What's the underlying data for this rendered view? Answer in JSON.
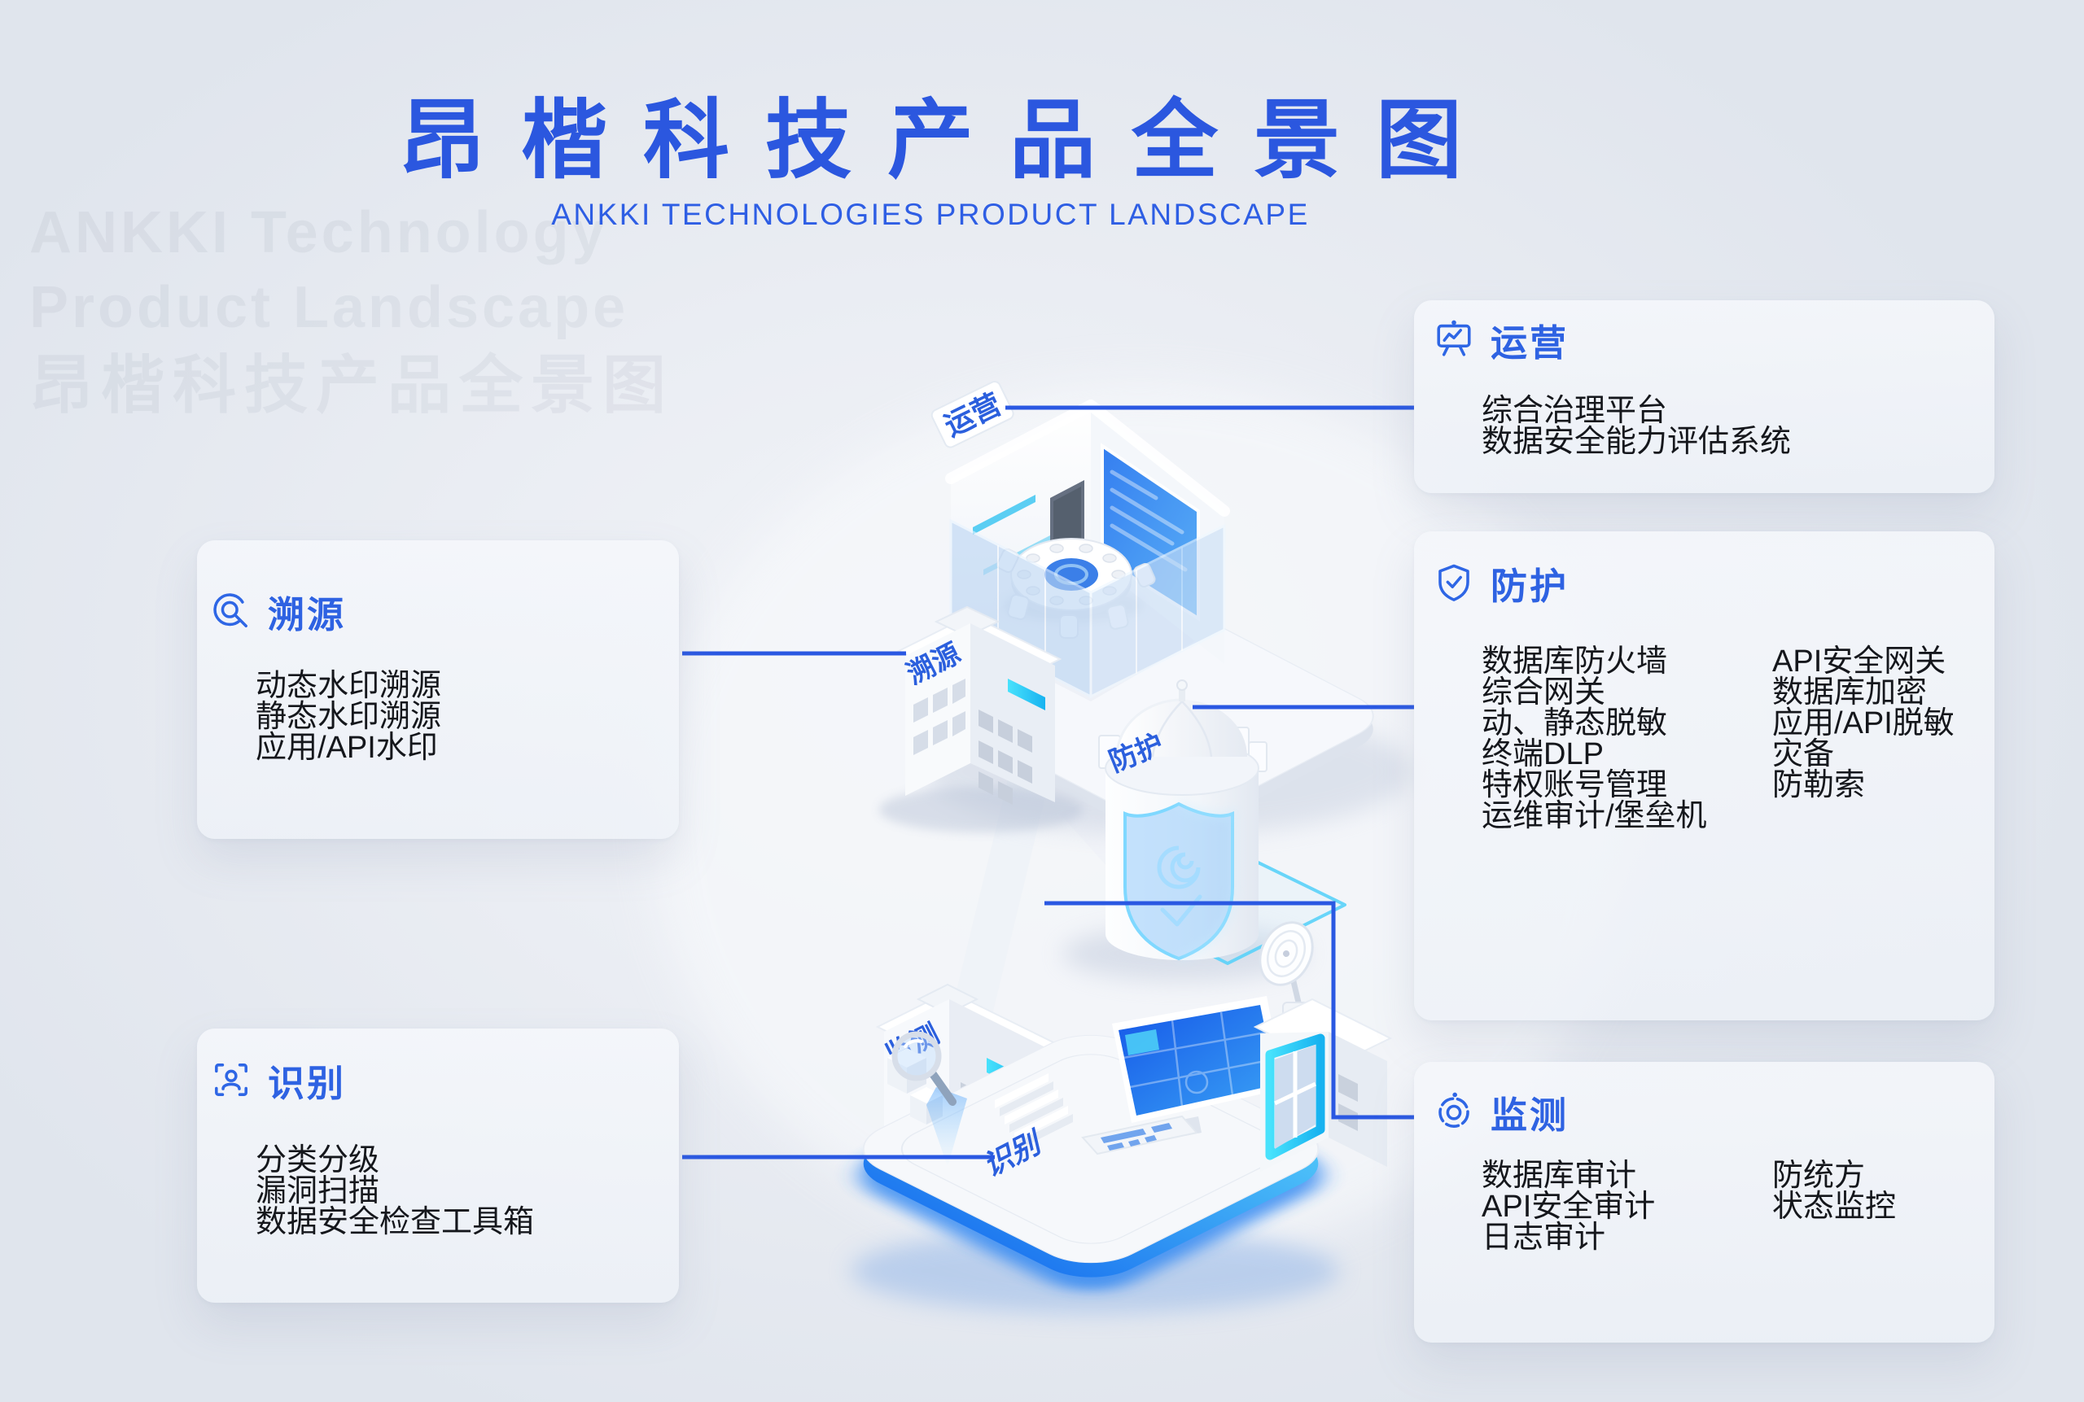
{
  "title": "昂楷科技产品全景图",
  "subtitle": "ANKKI TECHNOLOGIES PRODUCT LANDSCAPE",
  "watermark": {
    "line1": "ANKKI Technology",
    "line2": "Product Landscape",
    "line3": "昂楷科技产品全景图"
  },
  "colors": {
    "title_blue": "#2b57df",
    "header_blue": "#2e66e5",
    "connector_blue": "#2a58e2",
    "cyan_glow": "#35d6ff",
    "screen_blue": "#1f6ff0",
    "text_dark": "#15171c"
  },
  "scene": {
    "labels": {
      "yunying": "运营",
      "suyuan": "溯源",
      "fanghu": "防护",
      "jiance": "监测",
      "shibie": "识别"
    }
  },
  "cards": {
    "yunying": {
      "title": "运营",
      "icon": "chart-board-icon",
      "items": [
        "综合治理平台",
        "数据安全能力评估系统"
      ]
    },
    "suyuan": {
      "title": "溯源",
      "icon": "trace-icon",
      "items": [
        "动态水印溯源",
        "静态水印溯源",
        "应用/API水印"
      ]
    },
    "fanghu": {
      "title": "防护",
      "icon": "shield-check-icon",
      "col1": [
        "数据库防火墙",
        "综合网关",
        "动、静态脱敏",
        "终端DLP",
        "特权账号管理",
        "运维审计/堡垒机"
      ],
      "col2": [
        "API安全网关",
        "数据库加密",
        "应用/API脱敏",
        "灾备",
        "防勒索"
      ]
    },
    "jiance": {
      "title": "监测",
      "icon": "radar-icon",
      "col1": [
        "数据库审计",
        "API安全审计",
        "日志审计"
      ],
      "col2": [
        "防统方",
        "状态监控"
      ]
    },
    "shibie": {
      "title": "识别",
      "icon": "scan-person-icon",
      "items": [
        "分类分级",
        "漏洞扫描",
        "数据安全检查工具箱"
      ]
    }
  }
}
